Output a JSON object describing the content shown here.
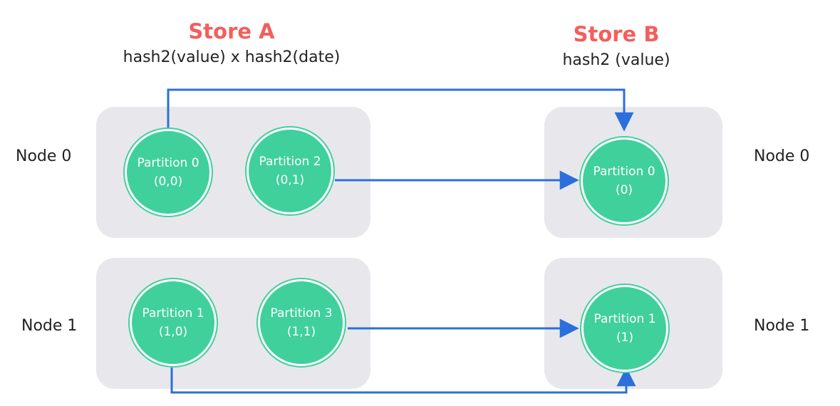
{
  "store_a": {
    "title": "Store A",
    "subtitle": "hash2(value) x hash2(date)",
    "node0_label": "Node 0",
    "node1_label": "Node 1",
    "partitions": [
      {
        "name": "Partition 0",
        "key": "(0,0)"
      },
      {
        "name": "Partition 2",
        "key": "(0,1)"
      },
      {
        "name": "Partition 1",
        "key": "(1,0)"
      },
      {
        "name": "Partition 3",
        "key": "(1,1)"
      }
    ]
  },
  "store_b": {
    "title": "Store B",
    "subtitle": "hash2 (value)",
    "node0_label": "Node 0",
    "node1_label": "Node 1",
    "partitions": [
      {
        "name": "Partition 0",
        "key": "(0)"
      },
      {
        "name": "Partition 1",
        "key": "(1)"
      }
    ]
  },
  "colors": {
    "title": "#f25f5c",
    "partition": "#40d09c",
    "arrow": "#2b6fdc",
    "node_box": "#e8e8ec"
  }
}
